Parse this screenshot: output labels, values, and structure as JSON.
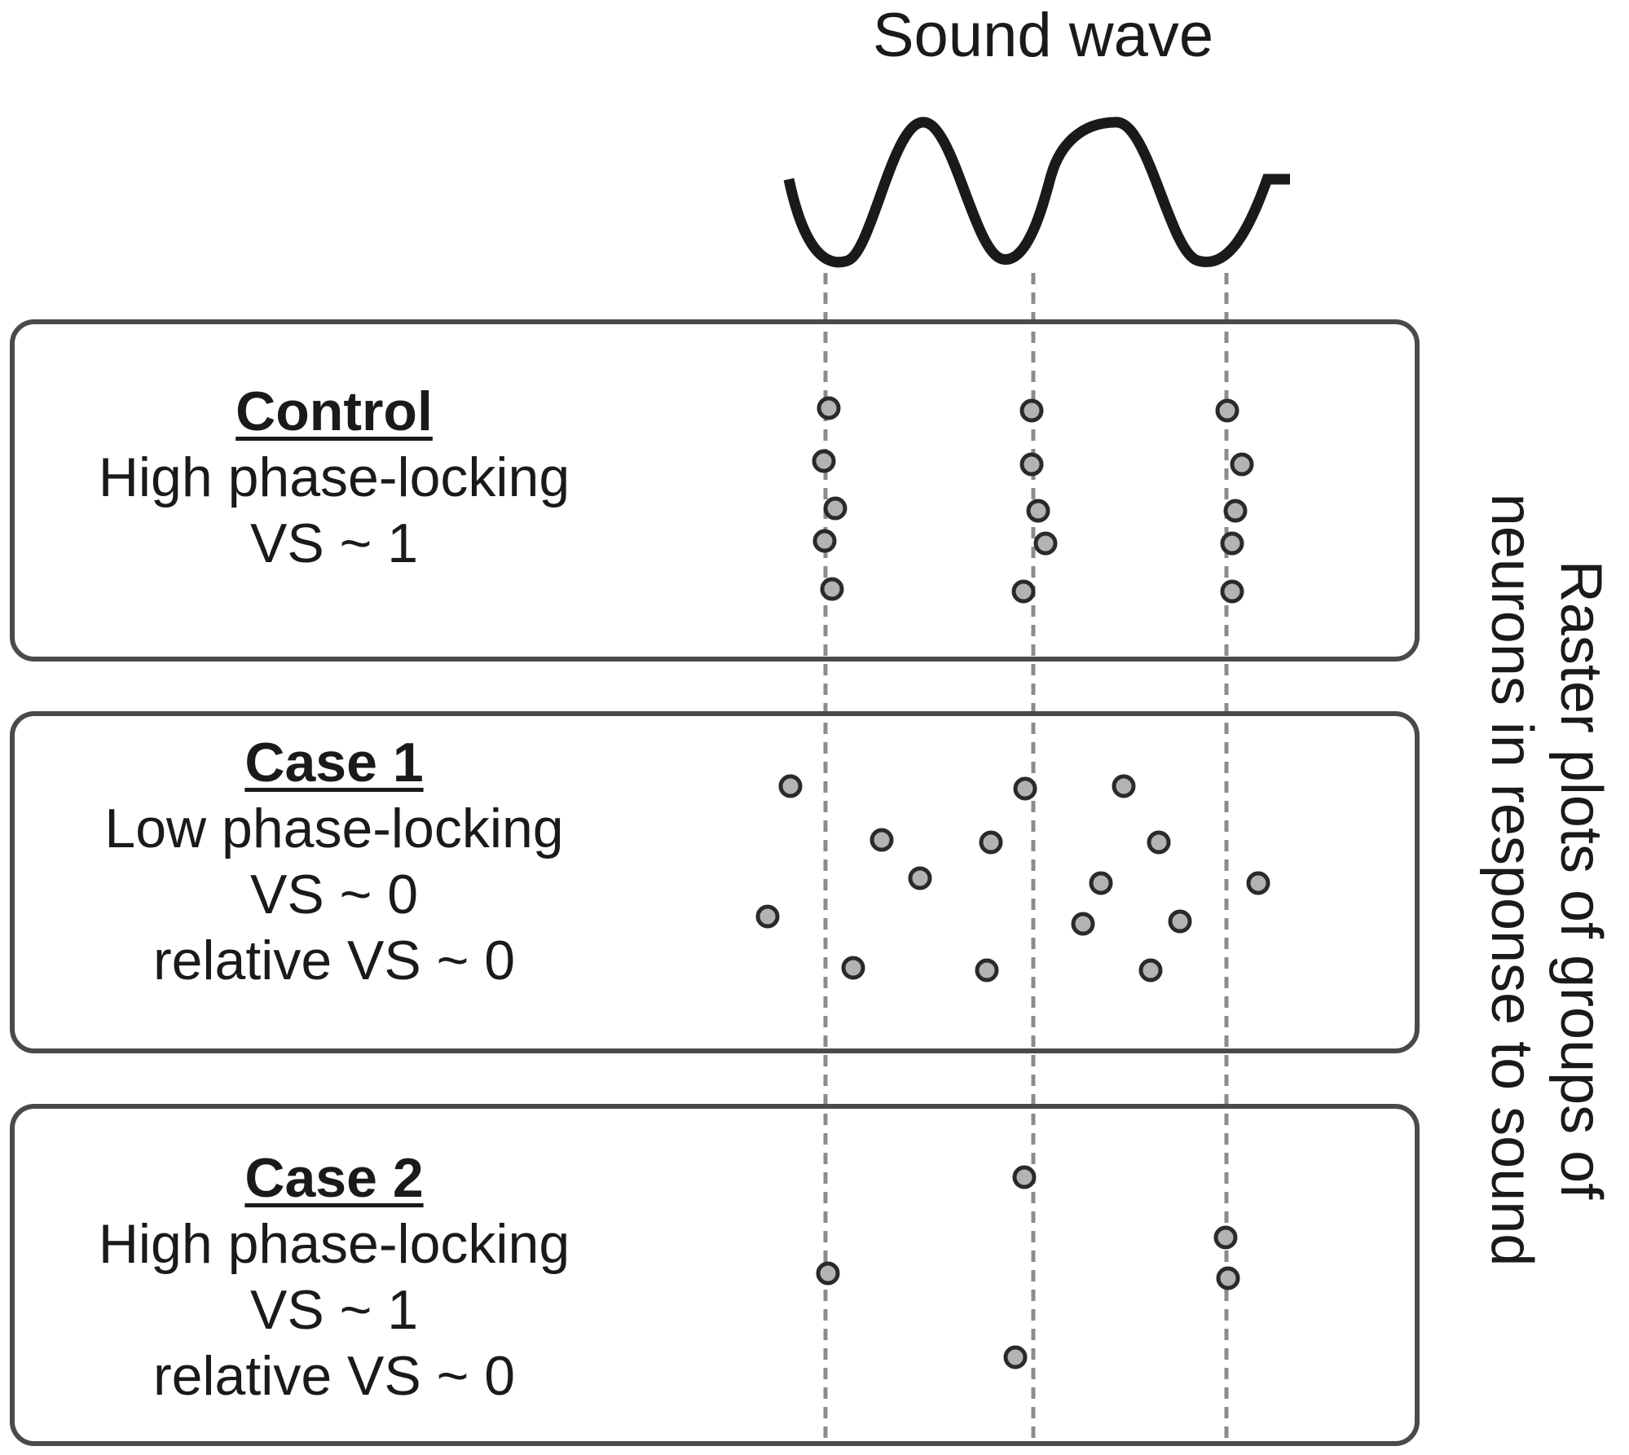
{
  "wave_title": "Sound wave",
  "side_label": [
    "Raster plots of groups of",
    "neurons in response to sound"
  ],
  "panels": [
    {
      "title": "Control",
      "lines": [
        "High phase-locking",
        "VS ~ 1"
      ]
    },
    {
      "title": "Case 1",
      "lines": [
        "Low phase-locking",
        "VS ~ 0",
        "relative VS ~ 0"
      ]
    },
    {
      "title": "Case 2",
      "lines": [
        "High phase-locking",
        "VS ~ 1",
        "relative VS ~ 0"
      ]
    }
  ],
  "colors": {
    "line": "#1a1a1a",
    "dash": "#8c8c8c",
    "dot_fill": "#b3b3b3",
    "border": "#4a4a4a"
  }
}
